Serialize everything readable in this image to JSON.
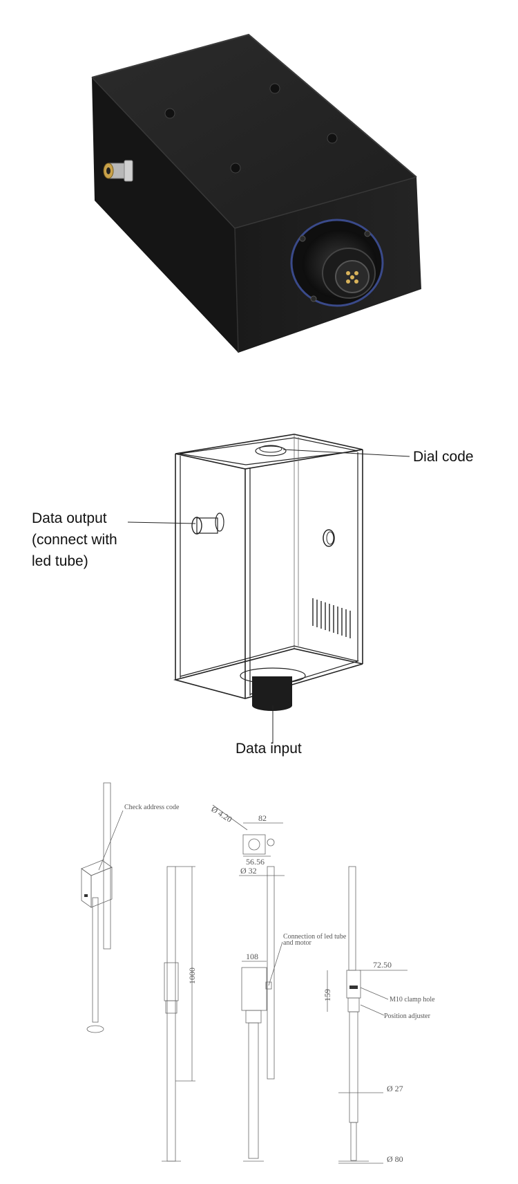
{
  "photo": {
    "icons": [
      "controller-box-photo",
      "connector-icon",
      "screw-icon"
    ]
  },
  "callouts": {
    "dial_code": "Dial code",
    "data_output": [
      "Data output",
      "(connect with",
      "led tube)"
    ],
    "data_input": "Data input"
  },
  "drawing": {
    "check_address": "Check address code",
    "diameter_420": "Ø 4.20",
    "dim_82": "82",
    "dim_5656": "56.56",
    "diameter_32": "Ø 32",
    "dim_1000": "1000",
    "connection_note": [
      "Connection of led tube",
      "and motor"
    ],
    "dim_108": "108",
    "dim_7250": "72.50",
    "dim_159": "159",
    "m10_clamp": "M10 clamp hole",
    "position_adjuster": "Position adjuster",
    "diameter_27": "Ø 27",
    "diameter_80": "Ø 80"
  }
}
